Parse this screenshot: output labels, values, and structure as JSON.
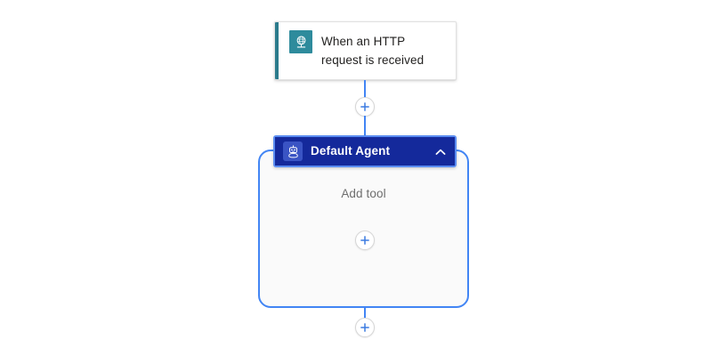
{
  "canvas": {
    "background": "#ffffff",
    "accent_blue": "#4285f4",
    "agent_navy": "#14299b",
    "trigger_teal": "#2e8b9c"
  },
  "trigger_node": {
    "title": "When an HTTP\nrequest is received",
    "icon": "http-request-globe-icon",
    "accent_color": "#2b7b8c"
  },
  "connector_top": {
    "add_step_icon": "plus-icon",
    "arrow_icon": "arrow-down-icon"
  },
  "agent_node": {
    "title": "Default Agent",
    "icon": "robot-agent-icon",
    "collapse_icon": "chevron-up-icon",
    "header_color": "#14299b",
    "body": {
      "empty_label": "Add tool",
      "add_tool_icon": "plus-icon"
    }
  },
  "connector_bottom": {
    "add_step_icon": "plus-icon"
  }
}
